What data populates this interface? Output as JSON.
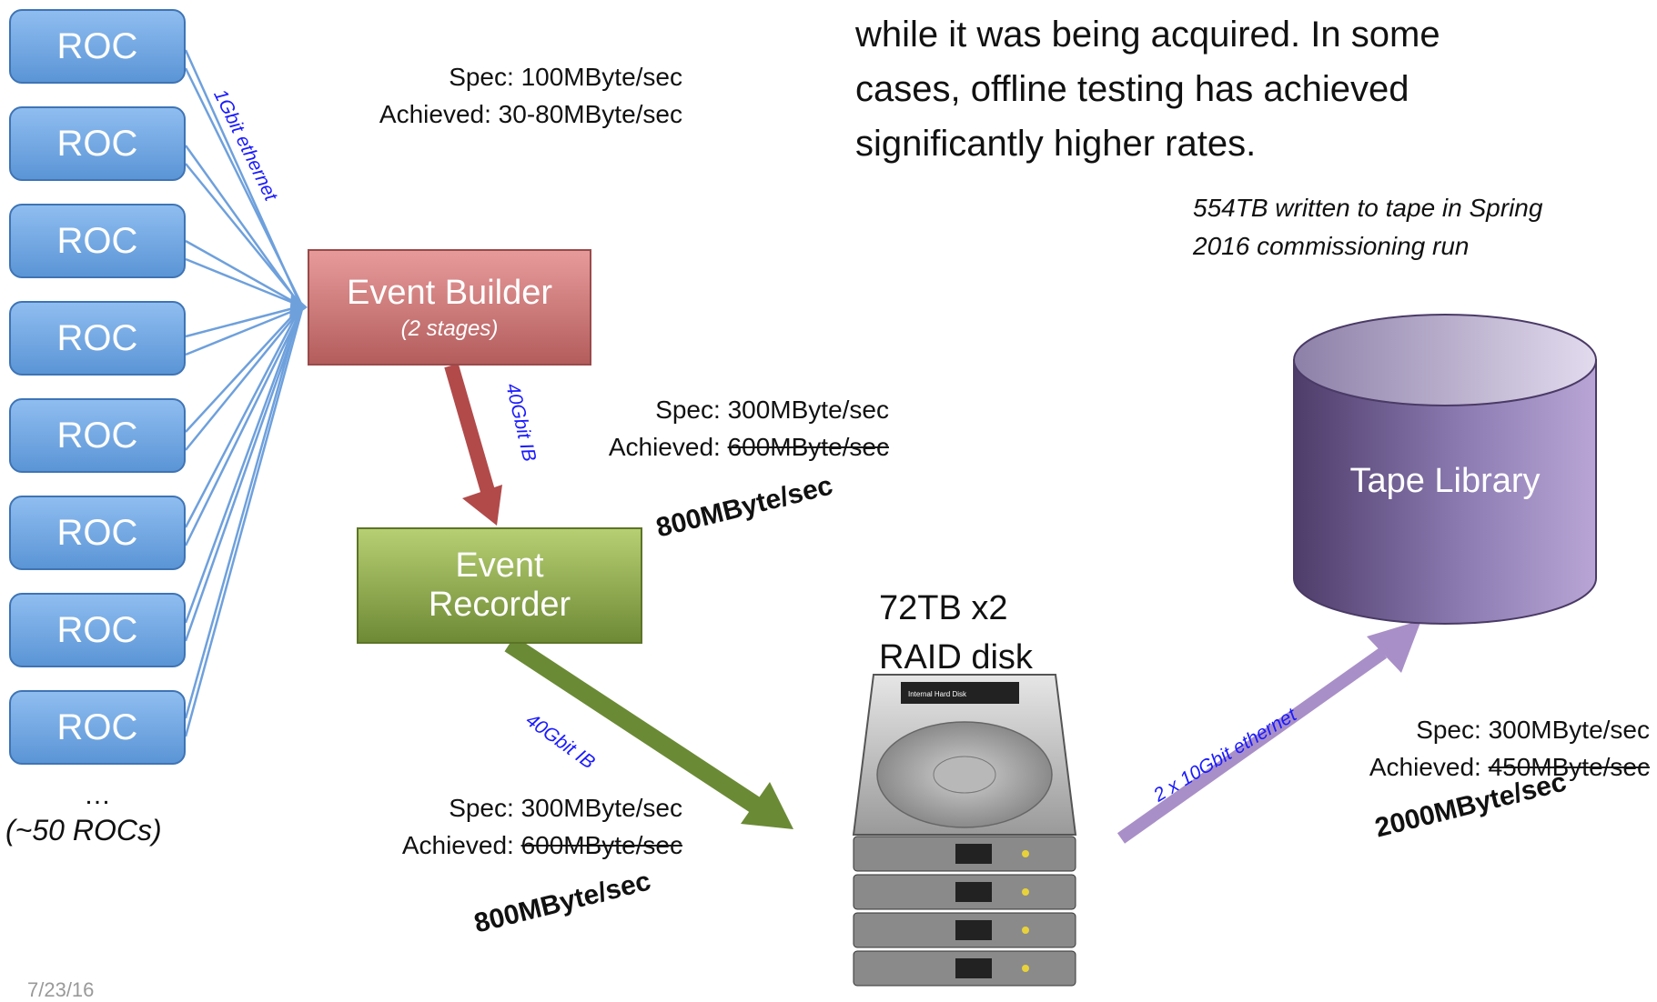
{
  "rocs": [
    "ROC",
    "ROC",
    "ROC",
    "ROC",
    "ROC",
    "ROC",
    "ROC",
    "ROC"
  ],
  "roc_ellipsis": "…",
  "roc_count_note": "(~50 ROCs)",
  "link_roc_eb": "1Gbit ethernet",
  "event_builder": {
    "title": "Event Builder",
    "subtitle": "(2 stages)"
  },
  "event_recorder": {
    "line1": "Event",
    "line2": "Recorder"
  },
  "link_eb_er": "40Gbit  IB",
  "link_er_disk": "40Gbit  IB",
  "link_disk_tape": "2 x 10Gbit  ethernet",
  "rates": {
    "roc_eb": {
      "spec": "Spec:  100MByte/sec",
      "achieved_label": "Achieved: ",
      "achieved_value": "30-80MByte/sec"
    },
    "eb_er": {
      "spec": "Spec:  300MByte/sec",
      "achieved_label": "Achieved: ",
      "achieved_struck": "600MByte/sec",
      "new_value": "800MByte/sec"
    },
    "er_disk": {
      "spec": "Spec:  300MByte/sec",
      "achieved_label": "Achieved: ",
      "achieved_struck": "600MByte/sec",
      "new_value": "800MByte/sec"
    },
    "disk_tape": {
      "spec": "Spec:  300MByte/sec",
      "achieved_label": "Achieved: ",
      "achieved_struck": "450MByte/sec",
      "new_value": "2000MByte/sec"
    }
  },
  "top_text": [
    "while it was being acquired. In some",
    "cases, offline testing has achieved",
    "significantly higher rates."
  ],
  "tape_note": [
    "554TB written to tape in Spring",
    "2016 commissioning run"
  ],
  "disk_label": [
    "72TB x2",
    "RAID disk"
  ],
  "disk_sticker": "Internal Hard Disk",
  "tape_library": "Tape Library",
  "footer_date": "7/23/16",
  "colors": {
    "roc": "#5b95d6",
    "event_builder": "#b45d5d",
    "event_recorder": "#6e8a35",
    "tape": "#8a7ab0",
    "link_text": "#1a1aff"
  }
}
